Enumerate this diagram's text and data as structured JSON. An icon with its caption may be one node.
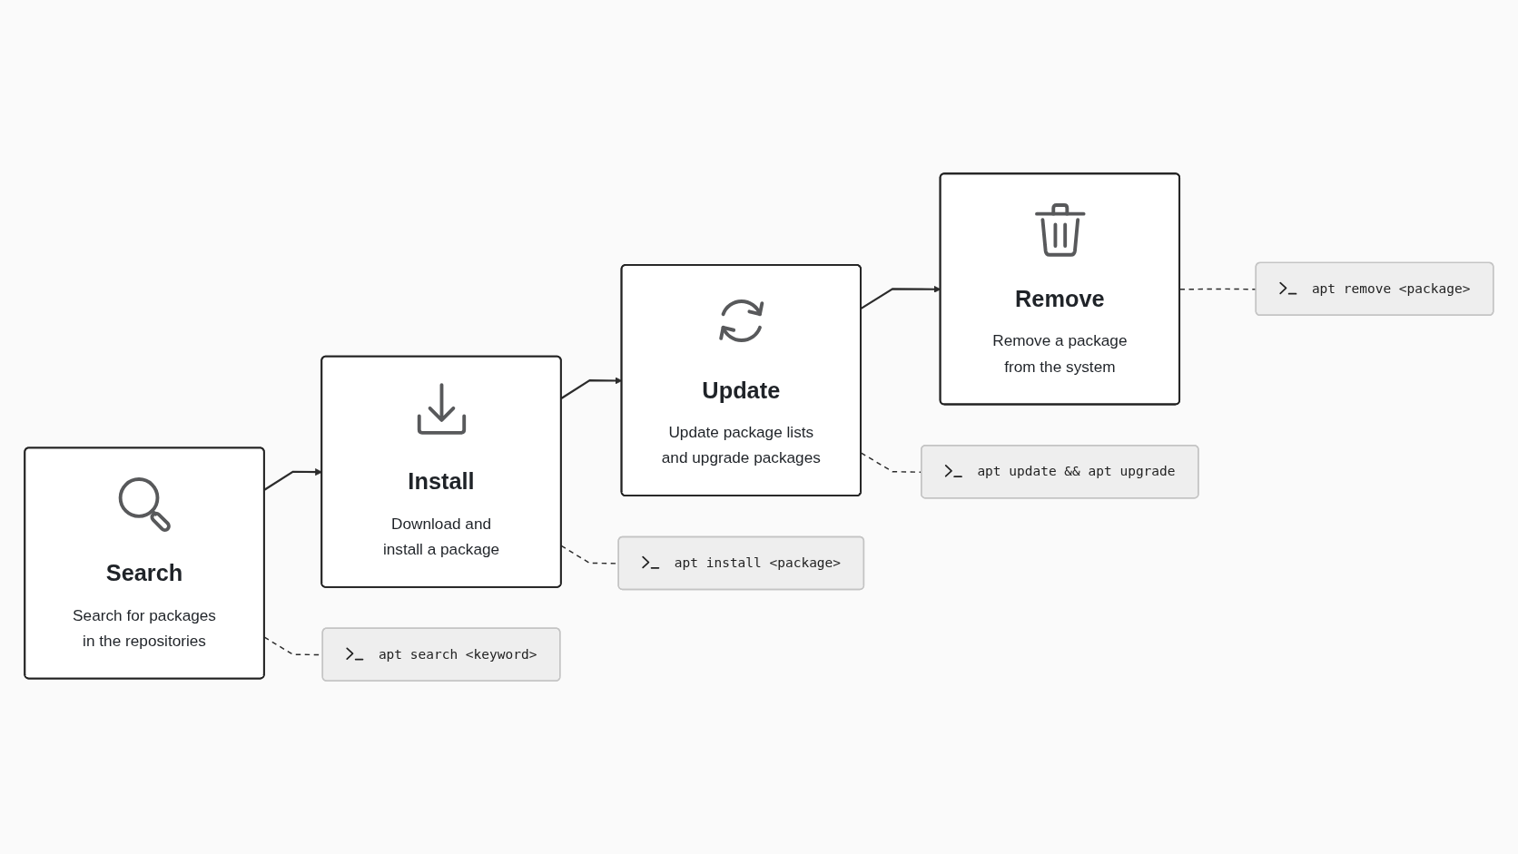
{
  "diagram": {
    "nodes": [
      {
        "text": [
          "Search",
          "Search for packages in the repositories"
        ]
      },
      {
        "text": [
          "Install",
          "Download and install a package"
        ]
      },
      {
        "text": [
          "Update",
          "Update package lists and upgrade packages"
        ]
      },
      {
        "text": [
          "Remove",
          "Remove a package from the system"
        ]
      },
      {
        "text": [
          "apt search <keyword>"
        ]
      },
      {
        "text": [
          "apt install <package>"
        ]
      },
      {
        "text": [
          "apt update && apt upgrade"
        ]
      },
      {
        "text": [
          "apt remove <package>"
        ]
      }
    ],
    "edges": [
      {
        "from": 0,
        "to": 1,
        "arrow": "to"
      },
      {
        "from": 1,
        "to": 2,
        "arrow": "to"
      },
      {
        "from": 2,
        "to": 3,
        "arrow": "to"
      },
      {
        "from": 0,
        "to": 4,
        "arrow": "none",
        "style": "dashed"
      },
      {
        "from": 1,
        "to": 5,
        "arrow": "none",
        "style": "dashed"
      },
      {
        "from": 2,
        "to": 6,
        "arrow": "none",
        "style": "dashed"
      },
      {
        "from": 3,
        "to": 7,
        "arrow": "none",
        "style": "dashed"
      }
    ]
  }
}
